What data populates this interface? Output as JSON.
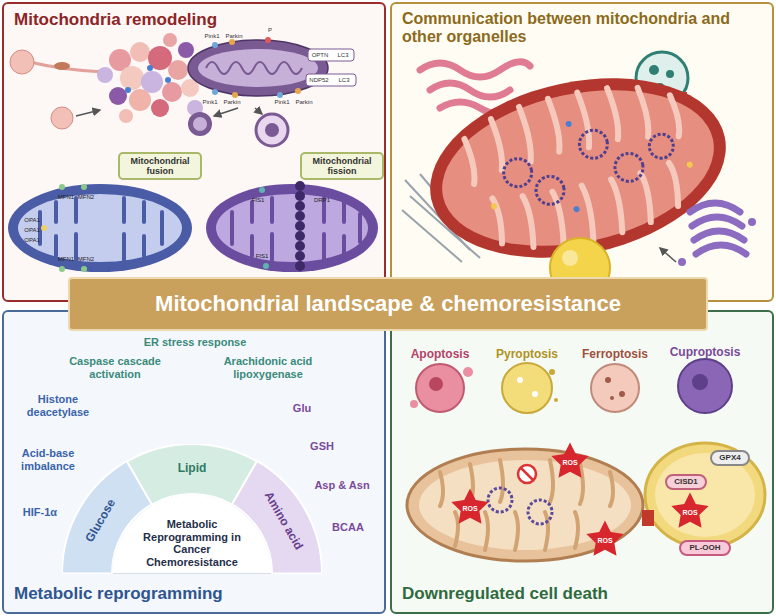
{
  "diagram": {
    "nodes": [
      {
        "text": [
          "Mitochondria remodeling"
        ]
      },
      {
        "text": [
          "Communication between mitochondria and other organelles"
        ]
      },
      {
        "text": [
          "Mitochondrial landscape & chemoresistance"
        ]
      },
      {
        "text": [
          "Metabolic reprogramming"
        ]
      },
      {
        "text": [
          "Downregulated cell death"
        ]
      },
      {
        "text": [
          "Mitochondrial fusion"
        ],
        "in": 0
      },
      {
        "text": [
          "Mitochondrial fission"
        ],
        "in": 0
      },
      {
        "text": [
          "Metabolic Reprogramming in Cancer Chemoresistance"
        ],
        "in": 3
      },
      {
        "text": [
          "Glucose"
        ],
        "in": 3
      },
      {
        "text": [
          "Lipid"
        ],
        "in": 3
      },
      {
        "text": [
          "Amino acid"
        ],
        "in": 3
      },
      {
        "text": [
          "GPX4"
        ],
        "in": 4
      },
      {
        "text": [
          "CISD1"
        ],
        "in": 4
      },
      {
        "text": [
          "PL-OOH"
        ],
        "in": 4
      }
    ],
    "labels": [
      "P",
      "Pink1",
      "Parkin",
      "OPTN",
      "LC3",
      "NDP52",
      "LC3",
      "Pink1",
      "Parkin",
      "Pink1",
      "Parkin",
      "MFN1",
      "MFN2",
      "OPA1",
      "OPA1",
      "OPA1",
      "MFN1",
      "MFN2",
      "FIS1",
      "FIS1",
      "DRP1",
      "ER stress response",
      "Caspase cascade activation",
      "Arachidonic acid lipoxygenase",
      "Histone deacetylase",
      "Glu",
      "GSH",
      "Acid-base imbalance",
      "Asp & Asn",
      "HIF-1α",
      "BCAA",
      "Apoptosis",
      "Pyroptosis",
      "Ferroptosis",
      "Cuproptosis",
      "ROS",
      "ROS",
      "ROS",
      "ROS"
    ]
  }
}
